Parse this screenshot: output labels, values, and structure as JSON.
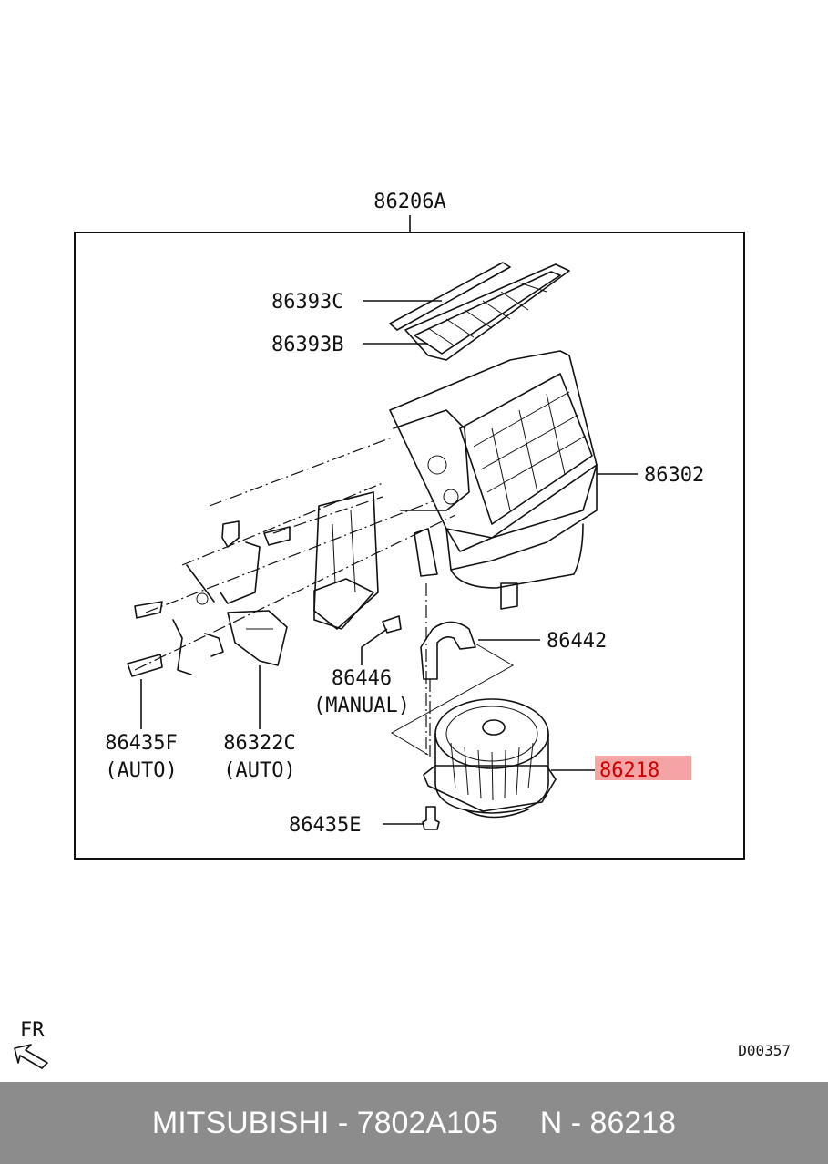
{
  "assembly_label": "86206A",
  "parts": {
    "p86393C": "86393C",
    "p86393B": "86393B",
    "p86302": "86302",
    "p86442": "86442",
    "p86446": "86446",
    "p86446_note": "(MANUAL)",
    "p86435F": "86435F",
    "p86435F_note": "(AUTO)",
    "p86322C": "86322C",
    "p86322C_note": "(AUTO)",
    "p86218": "86218",
    "p86435E": "86435E"
  },
  "highlight_color": "#f4a4a4",
  "highlight_text_color": "#cc0000",
  "orientation_label": "FR",
  "diagram_code": "D00357",
  "footer": {
    "brand": "MITSUBISHI",
    "separator": " - ",
    "part_number": "7802A105",
    "ref_prefix": "N - ",
    "ref_number": "86218"
  },
  "footer_color": "#8c8c8c"
}
